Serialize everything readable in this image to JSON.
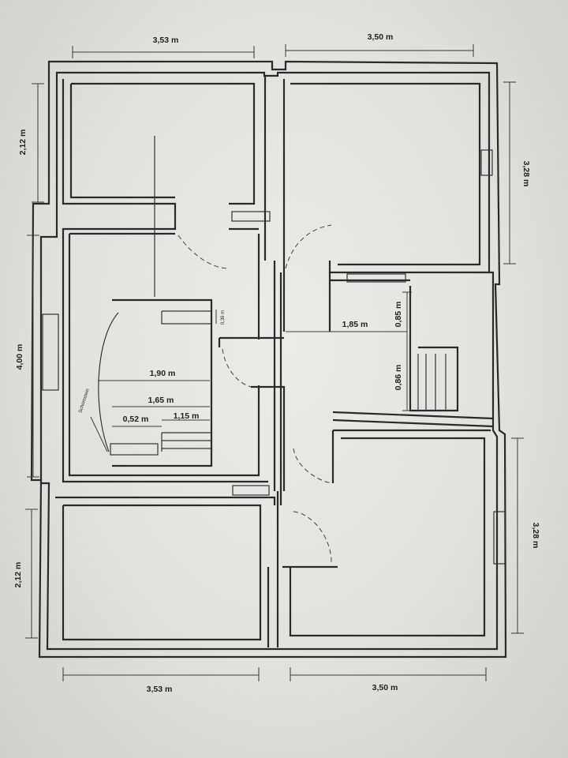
{
  "plan": {
    "dims": {
      "top_left_width": "3,53 m",
      "top_right_width": "3,50 m",
      "left_top_height": "2,12 m",
      "right_top_height": "3,28 m",
      "left_middle_height": "4,00 m",
      "right_bottom_height": "3,28 m",
      "left_bottom_height": "2,12 m",
      "bottom_left_width": "3,53 m",
      "bottom_right_width": "3,50 m",
      "hall_width": "1,85 m",
      "stair_upper": "0,85 m",
      "stair_lower": "0,86 m",
      "room_190": "1,90 m",
      "room_165": "1,65 m",
      "room_052": "0,52 m",
      "room_115": "1,15 m",
      "small_039": "0,39 m"
    },
    "label_chimney": "Schornstein"
  }
}
